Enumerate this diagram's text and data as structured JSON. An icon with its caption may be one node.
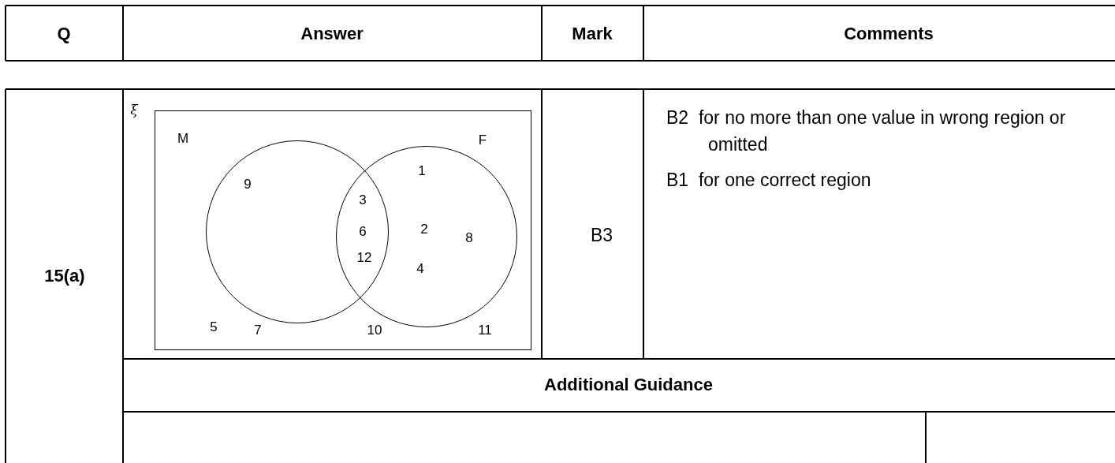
{
  "diagram": {
    "nodes": [
      {
        "text": [
          "M",
          "F",
          "5",
          "7",
          "10",
          "11"
        ]
      },
      {
        "text": [
          "9"
        ],
        "in": 0
      },
      {
        "text": [
          "1",
          "2",
          "8",
          "4"
        ],
        "in": 0
      }
    ],
    "labels": [
      "Q",
      "Answer",
      "Mark",
      "Comments",
      "ξ",
      "3",
      "6",
      "12",
      "B3",
      "B2  for no more than one value in wrong region or omitted",
      "B1  for one correct region",
      "15(a)",
      "Additional Guidance"
    ]
  }
}
